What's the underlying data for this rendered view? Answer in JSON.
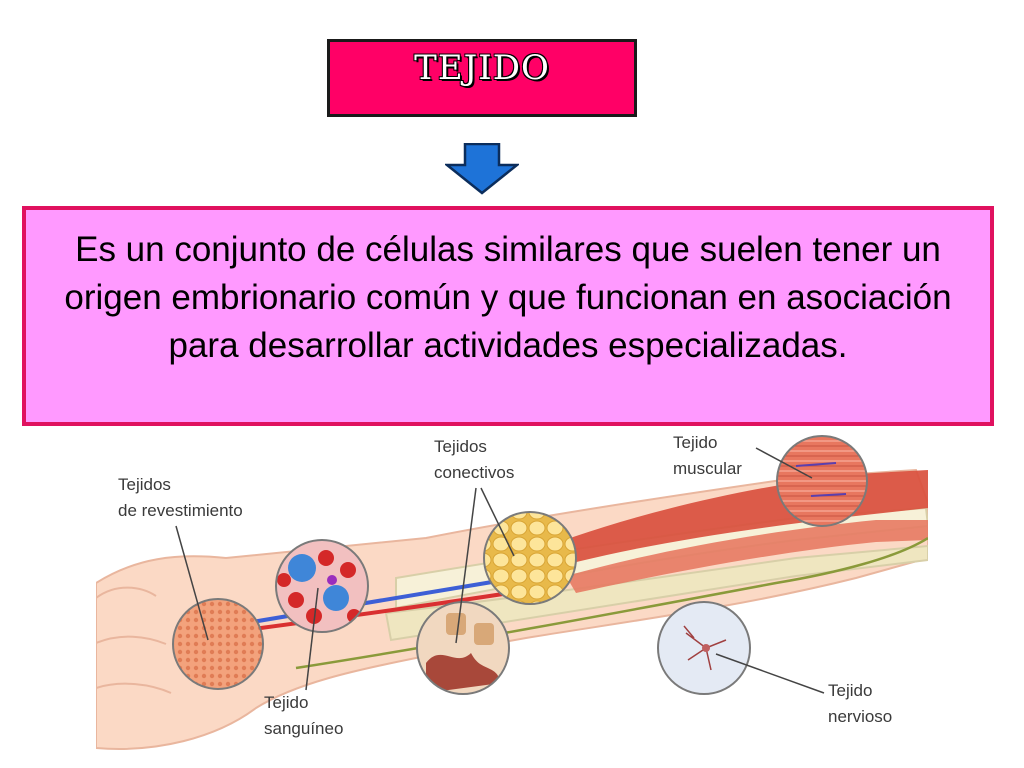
{
  "title": "TEJIDO",
  "definition": "Es un conjunto de células similares que suelen tener un origen embrionario común y que funcionan en asociación para desarrollar actividades especializadas.",
  "labels": {
    "revestimiento_1": "Tejidos",
    "revestimiento_2": "de revestimiento",
    "conectivos_1": "Tejidos",
    "conectivos_2": "conectivos",
    "muscular_1": "Tejido",
    "muscular_2": "muscular",
    "sanguineo_1": "Tejido",
    "sanguineo_2": "sanguíneo",
    "nervioso_1": "Tejido",
    "nervioso_2": "nervioso"
  },
  "colors": {
    "title_bg": "#ff0066",
    "definition_bg": "#ff99ff",
    "definition_border": "#e0115f",
    "arrow": "#1e73d8"
  }
}
